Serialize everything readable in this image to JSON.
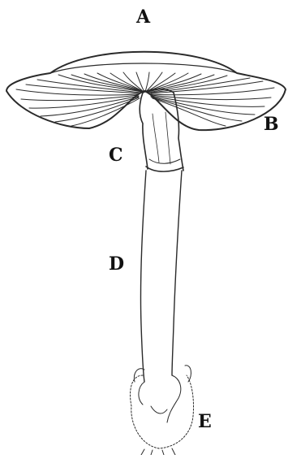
{
  "labels": {
    "a": "A",
    "b": "B",
    "c": "C",
    "d": "D",
    "e": "E"
  },
  "colors": {
    "ink": "#2a2a2a",
    "paper": "#ffffff"
  }
}
